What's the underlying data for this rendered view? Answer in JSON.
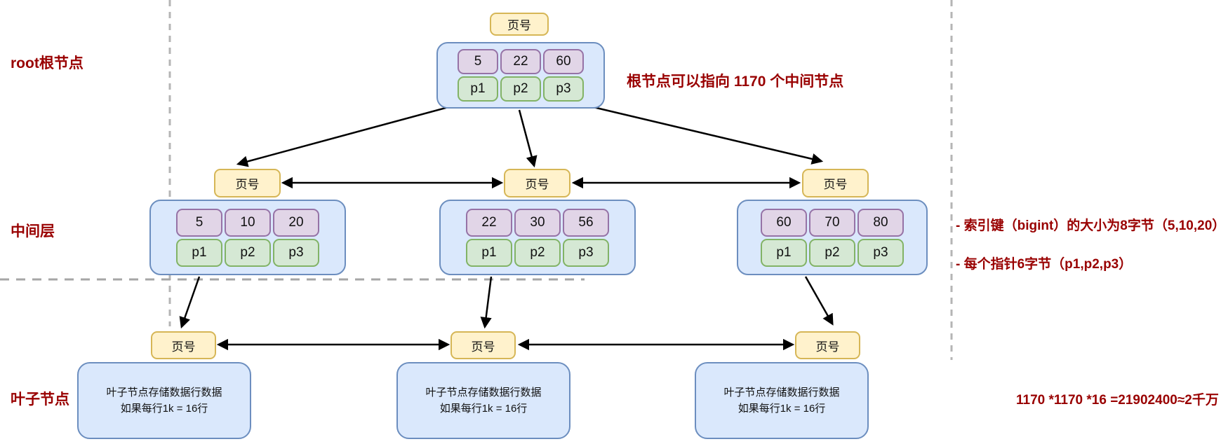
{
  "page_label": "页号",
  "row_labels": {
    "root": "root根节点",
    "middle": "中间层",
    "leaf": "叶子节点"
  },
  "annotations": {
    "root_fanout": "根节点可以指向 1170 个中间节点",
    "index_key_size": "- 索引键（bigint）的大小为8字节（5,10,20）",
    "pointer_size": "- 每个指针6字节（p1,p2,p3）",
    "total_capacity": "1170 *1170 *16 =21902400≈2千万"
  },
  "nodes": {
    "root": {
      "keys": [
        "5",
        "22",
        "60"
      ],
      "pointers": [
        "p1",
        "p2",
        "p3"
      ]
    },
    "middle": [
      {
        "keys": [
          "5",
          "10",
          "20"
        ],
        "pointers": [
          "p1",
          "p2",
          "p3"
        ]
      },
      {
        "keys": [
          "22",
          "30",
          "56"
        ],
        "pointers": [
          "p1",
          "p2",
          "p3"
        ]
      },
      {
        "keys": [
          "60",
          "70",
          "80"
        ],
        "pointers": [
          "p1",
          "p2",
          "p3"
        ]
      }
    ],
    "leaves": [
      {
        "line1": "叶子节点存储数据行数据",
        "line2": "如果每行1k = 16行"
      },
      {
        "line1": "叶子节点存储数据行数据",
        "line2": "如果每行1k = 16行"
      },
      {
        "line1": "叶子节点存储数据行数据",
        "line2": "如果每行1k = 16行"
      }
    ]
  },
  "colors": {
    "node_fill": "#DAE8FC",
    "node_border": "#6C8EBF",
    "key_fill": "#E1D5E7",
    "key_border": "#9673A6",
    "pointer_fill": "#D5E8D4",
    "pointer_border": "#82B366",
    "page_fill": "#FFF2CC",
    "page_border": "#D6B656",
    "annotation_text": "#990000",
    "arrow": "#000000",
    "dashed_guide": "#B3B3B3"
  }
}
